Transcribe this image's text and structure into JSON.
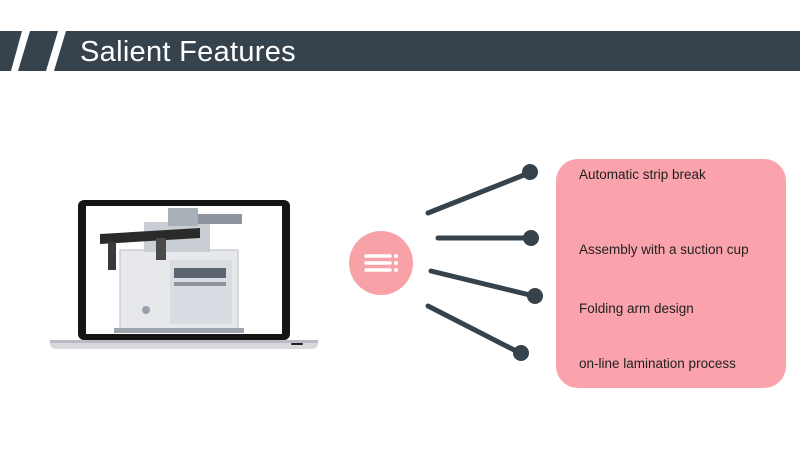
{
  "header": {
    "title": "Salient Features",
    "color": "#36434d"
  },
  "illustration": {
    "screen_icon": "machine-photo-icon",
    "hub_icon": "list-lines-icon",
    "hub_color": "#f8a2a8",
    "connector_color": "#36434d"
  },
  "features": {
    "panel_color": "#fba3ac",
    "items": [
      "Automatic strip break",
      "Assembly with a suction cup",
      "Folding arm design",
      "on-line lamination process"
    ]
  }
}
